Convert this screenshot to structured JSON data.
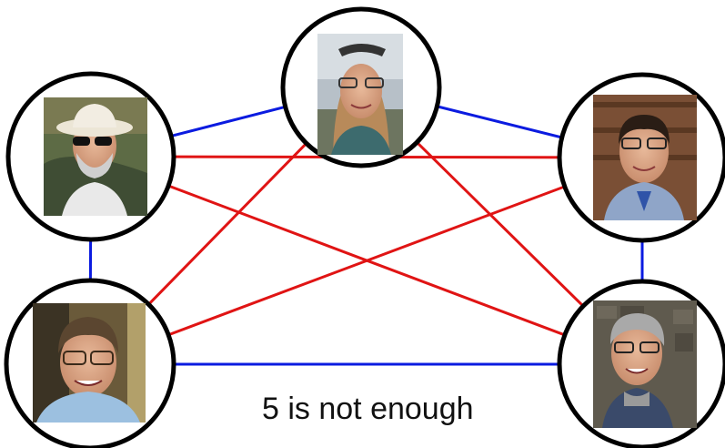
{
  "caption": "5 is not enough",
  "colors": {
    "blue_edge": "#0b1be0",
    "red_edge": "#e01414",
    "node_border": "#000000"
  },
  "people": [
    {
      "id": "top",
      "icon": "woman-sunglasses-on-head-photo"
    },
    {
      "id": "upper-left",
      "icon": "bearded-man-sun-hat-photo"
    },
    {
      "id": "upper-right",
      "icon": "man-dark-hair-plaid-shirt-photo"
    },
    {
      "id": "lower-left",
      "icon": "older-man-glasses-photo"
    },
    {
      "id": "lower-right",
      "icon": "man-glasses-stone-wall-photo"
    }
  ],
  "edges": [
    {
      "from": "top",
      "to": "upper-left",
      "color": "blue"
    },
    {
      "from": "top",
      "to": "upper-right",
      "color": "blue"
    },
    {
      "from": "upper-left",
      "to": "lower-left",
      "color": "blue"
    },
    {
      "from": "upper-right",
      "to": "lower-right",
      "color": "blue"
    },
    {
      "from": "lower-left",
      "to": "lower-right",
      "color": "blue"
    },
    {
      "from": "upper-left",
      "to": "upper-right",
      "color": "red"
    },
    {
      "from": "upper-left",
      "to": "lower-right",
      "color": "red"
    },
    {
      "from": "top",
      "to": "lower-left",
      "color": "red"
    },
    {
      "from": "top",
      "to": "lower-right",
      "color": "red"
    },
    {
      "from": "lower-left",
      "to": "upper-right",
      "color": "red"
    }
  ]
}
